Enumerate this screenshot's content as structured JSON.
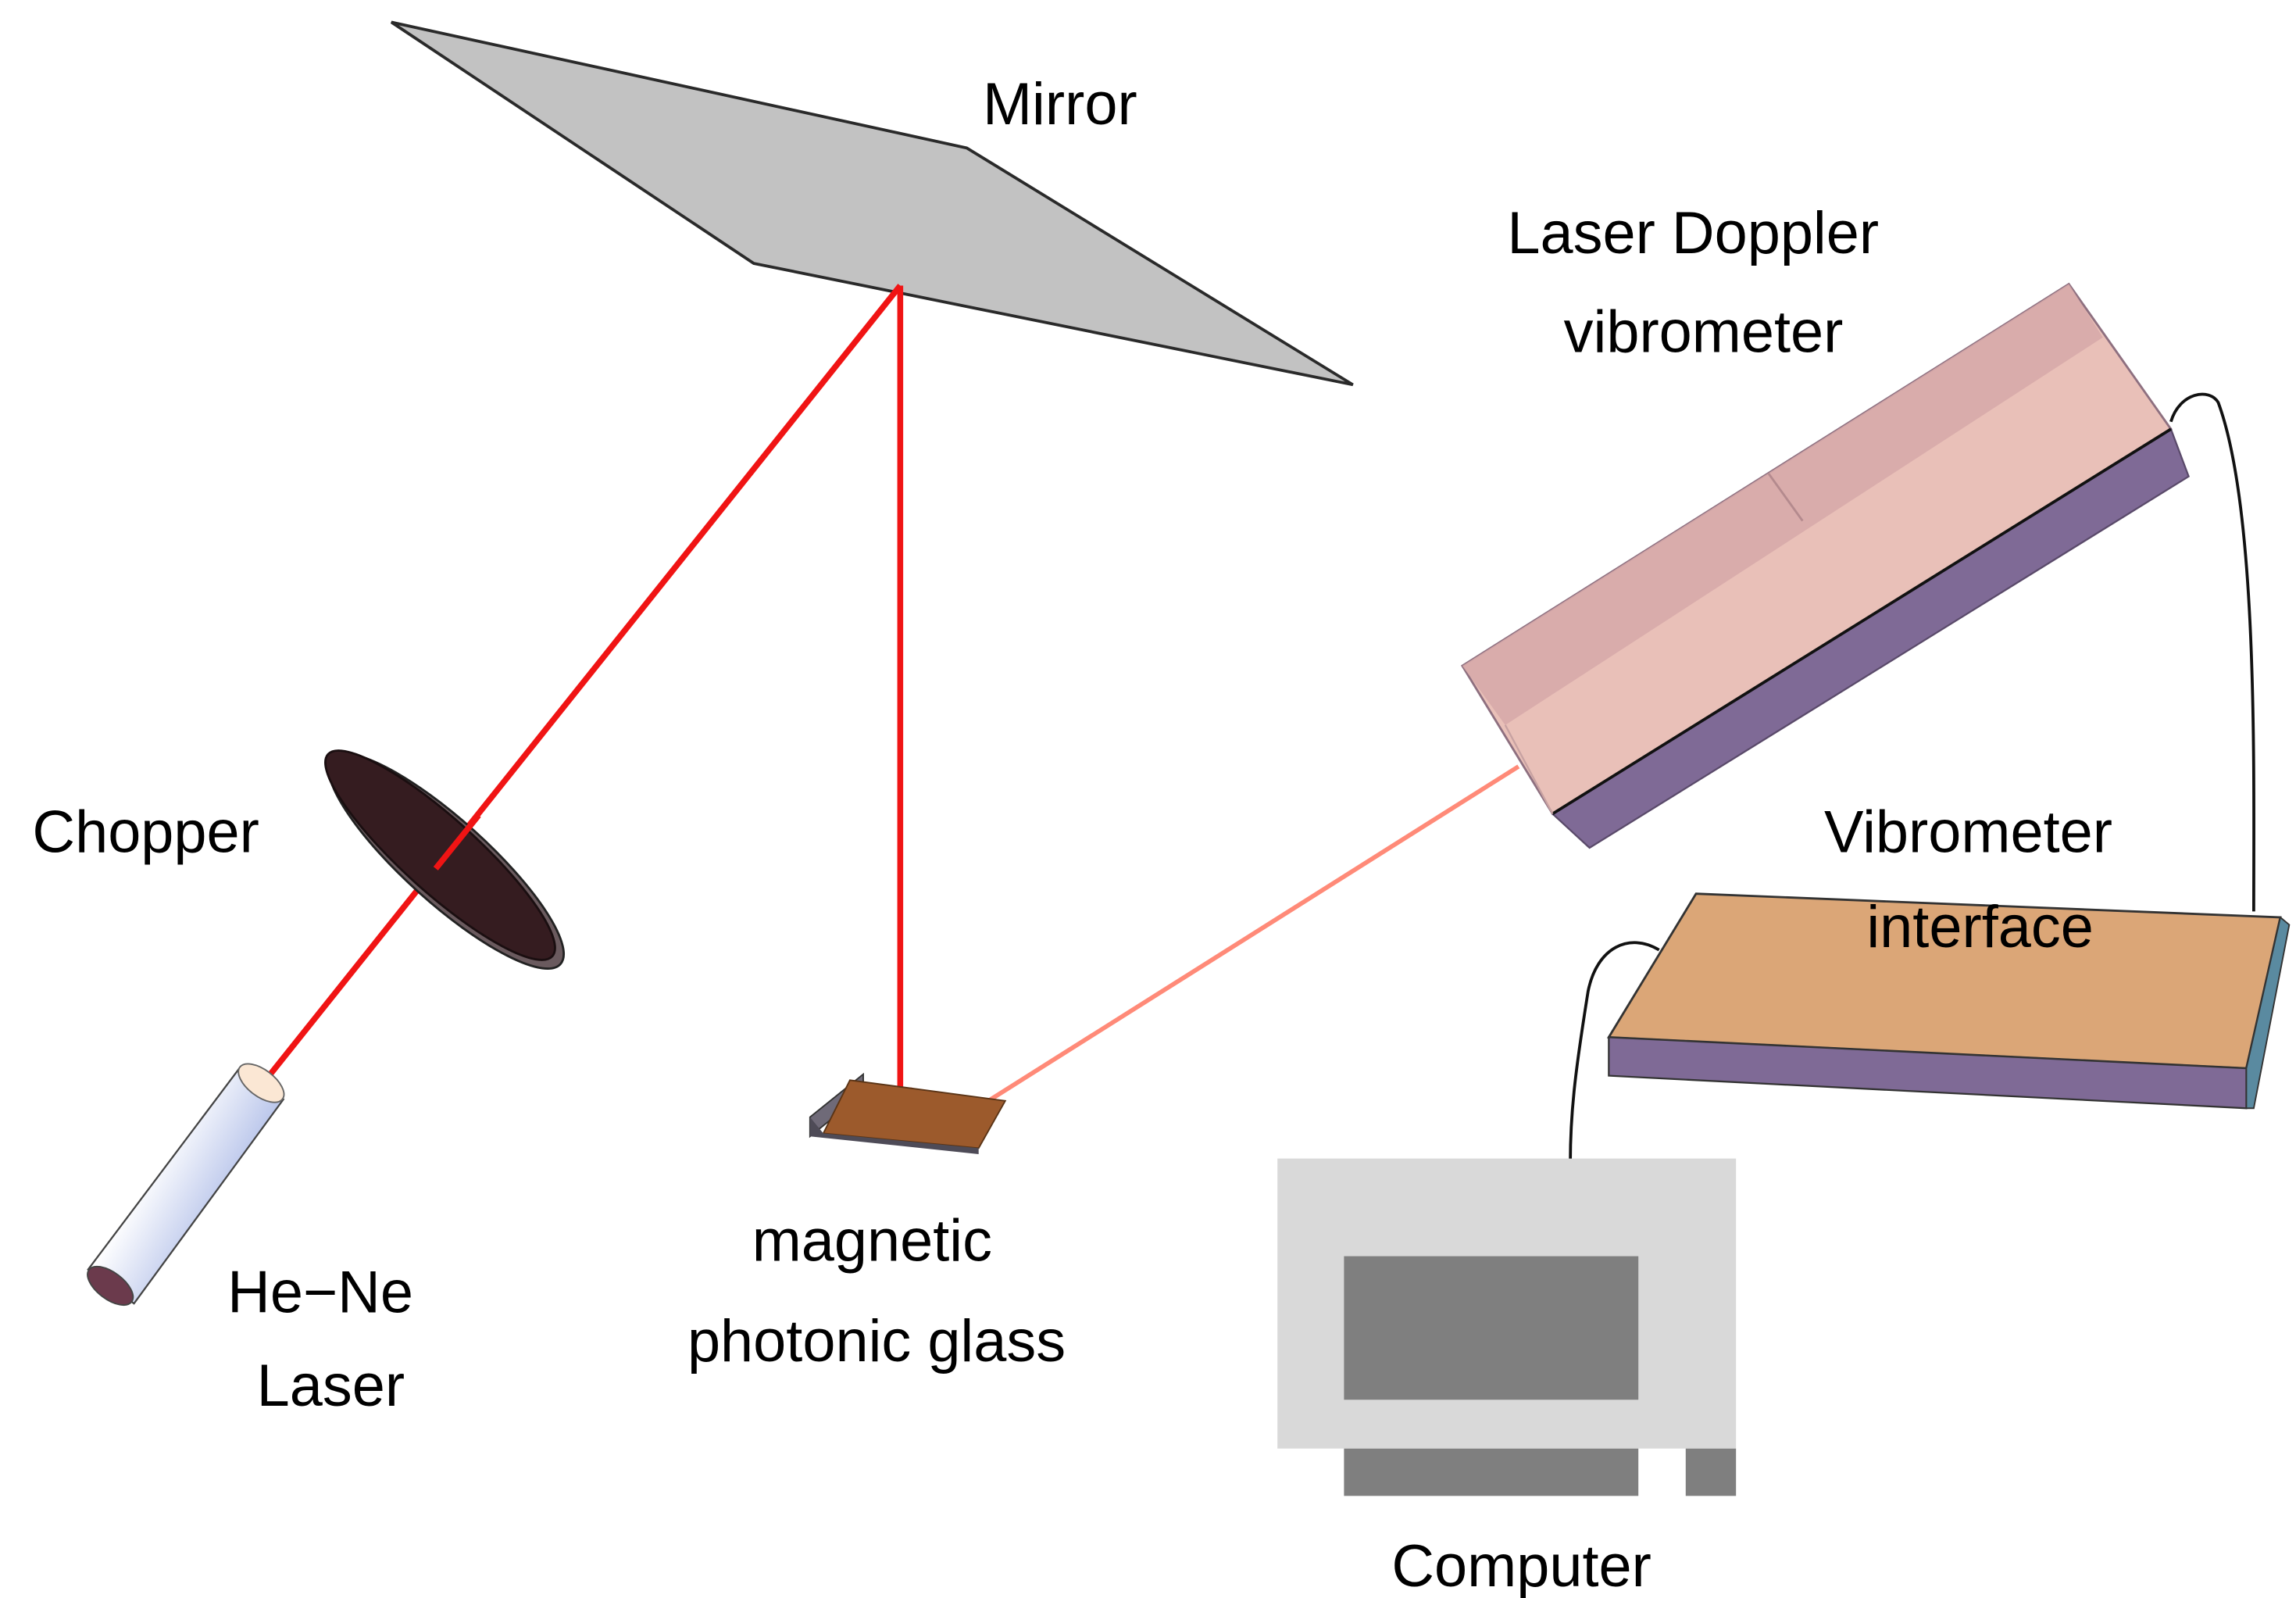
{
  "diagram": {
    "labels": {
      "mirror": "Mirror",
      "ldv_line1": "Laser Doppler",
      "ldv_line2": "vibrometer",
      "chopper": "Chopper",
      "interface_line1": "Vibrometer",
      "interface_line2": "interface",
      "sample_line1": "magnetic",
      "sample_line2": "photonic glass",
      "laser_line1": "He−Ne",
      "laser_line2": "Laser",
      "computer": "Computer"
    },
    "components": [
      "mirror",
      "chopper",
      "he-ne-laser",
      "magnetic-photonic-glass",
      "laser-doppler-vibrometer",
      "vibrometer-interface",
      "computer"
    ],
    "colors": {
      "laser_beam": "#f01414",
      "vibrometer_beam": "#ff8a78",
      "mirror": "#c2c2c2",
      "chopper": "#351c20",
      "ldv_body": "#e9c0b8",
      "ldv_side": "#7f6a96",
      "interface_top": "#dba677",
      "interface_side": "#7f6a96",
      "sample": "#9c5a2c",
      "computer_case": "#d9d9d9",
      "computer_screen": "#7f7f7f"
    }
  }
}
